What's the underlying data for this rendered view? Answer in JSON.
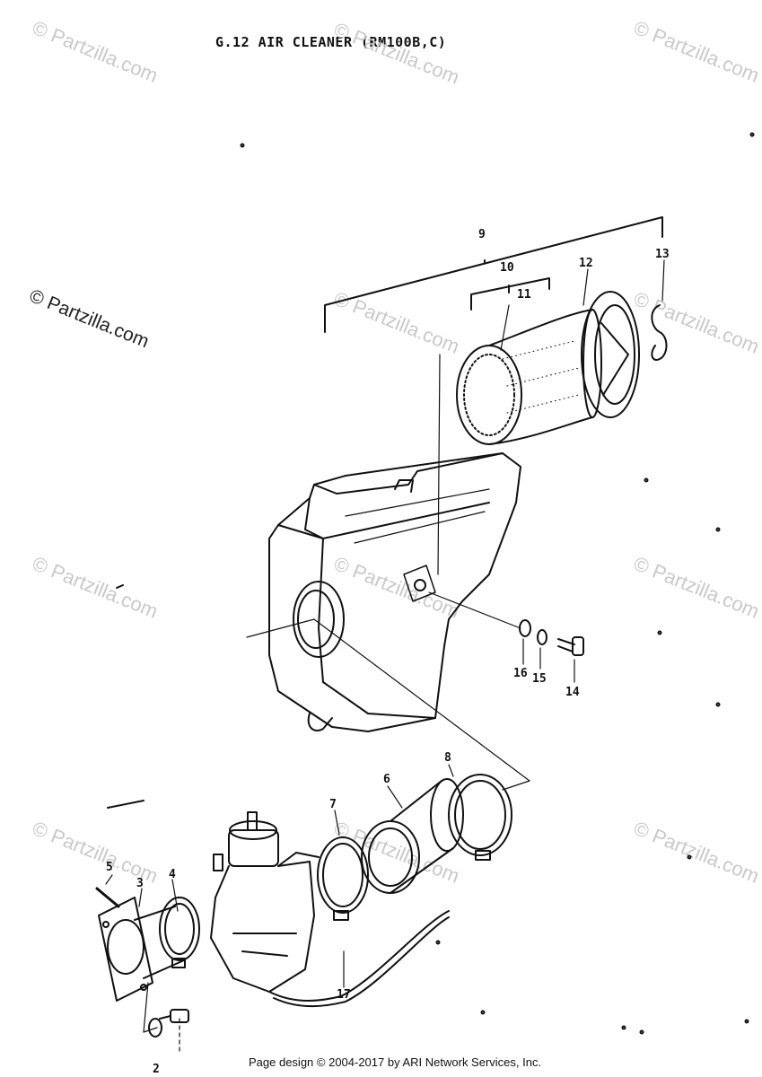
{
  "title": "G.12 AIR CLEANER (RM100B,C)",
  "watermark": "© Partzilla.com",
  "footer": "Page design © 2004-2017 by ARI Network Services, Inc.",
  "callouts": [
    "2",
    "3",
    "4",
    "5",
    "6",
    "7",
    "8",
    "9",
    "10",
    "11",
    "12",
    "13",
    "14",
    "15",
    "16",
    "17"
  ],
  "colors": {
    "ink": "#111111",
    "watermark": "#c9c9c9"
  }
}
